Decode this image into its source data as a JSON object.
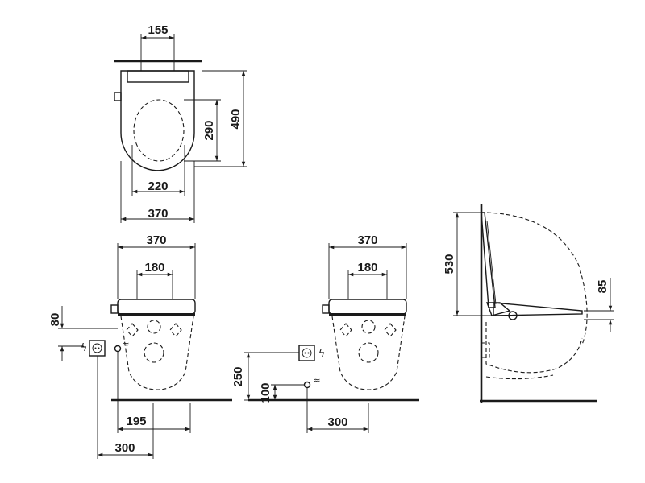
{
  "drawings": {
    "top_view": {
      "dim_width_top": "155",
      "dim_depth_total": "490",
      "dim_opening_depth": "290",
      "dim_opening_width": "220",
      "dim_seat_width": "370"
    },
    "front_view_left": {
      "dim_width": "370",
      "dim_inner": "180",
      "dim_height_offset": "80",
      "dim_offset_195": "195",
      "dim_offset_300": "300"
    },
    "front_view_right": {
      "dim_width": "370",
      "dim_inner": "180",
      "dim_height_250": "250",
      "dim_height_100": "100",
      "dim_offset_300": "300"
    },
    "side_view": {
      "dim_lid_height": "530",
      "dim_seat_height": "85"
    }
  },
  "icons": [
    "power-socket-icon",
    "electric-bolt-icon",
    "water-supply-icon"
  ],
  "colors": {
    "line": "#1a1a1a",
    "background": "#ffffff"
  }
}
